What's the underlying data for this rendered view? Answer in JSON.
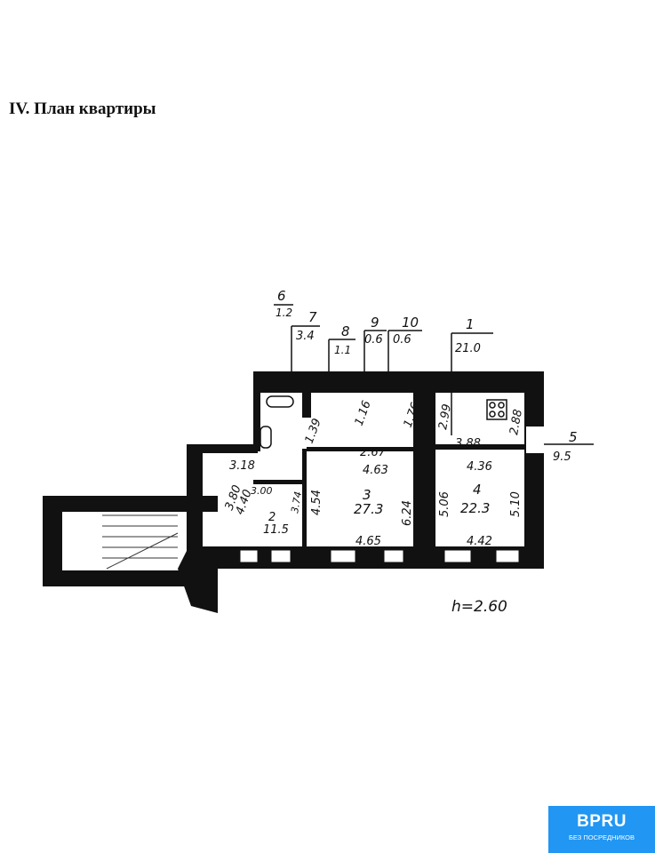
{
  "title": "IV. План квартиры",
  "rooms": [
    {
      "num": "1",
      "area": "21.0"
    },
    {
      "num": "2",
      "area": "11.5"
    },
    {
      "num": "3",
      "area": "27.3"
    },
    {
      "num": "4",
      "area": "22.3"
    },
    {
      "num": "5",
      "area": "9.5"
    },
    {
      "num": "6",
      "area": "1.2"
    },
    {
      "num": "7",
      "area": "3.4"
    },
    {
      "num": "8",
      "area": "1.1"
    },
    {
      "num": "9",
      "area": "0.6"
    },
    {
      "num": "10",
      "area": "0.6"
    }
  ],
  "dimensions": {
    "d139": "1.39",
    "d116": "1.16",
    "d176": "1.76",
    "d299": "2.99",
    "d388": "3.88",
    "d288": "2.88",
    "d267": "2.67",
    "d463": "4.63",
    "d624": "6.24",
    "d454": "4.54",
    "d465": "4.65",
    "d436": "4.36",
    "d506": "5.06",
    "d510": "5.10",
    "d442": "4.42",
    "d318": "3.18",
    "d380": "3.80",
    "d440": "4.40",
    "d300": "3.00",
    "d374": "3.74"
  },
  "ceiling_height": "h=2.60",
  "watermark": {
    "brand": "BPRU",
    "tagline": "БЕЗ ПОСРЕДНИКОВ",
    "color": "#2196f3"
  }
}
